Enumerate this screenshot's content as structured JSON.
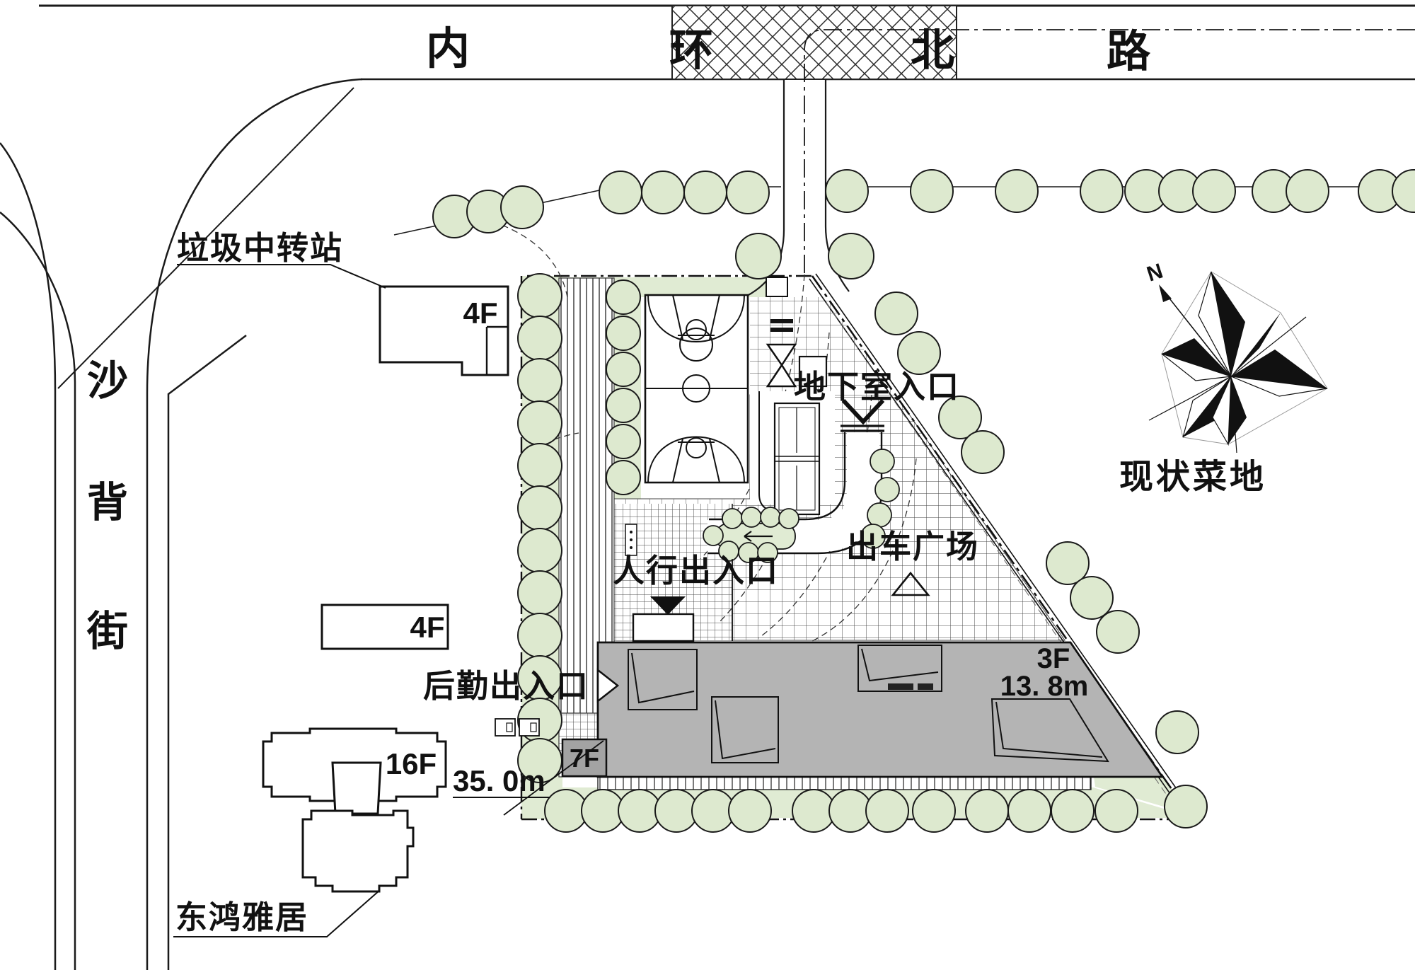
{
  "plan_title": "site-plan",
  "roads": {
    "ring_road": {
      "chars": [
        "内",
        "环",
        "北",
        "路"
      ]
    },
    "left_street": {
      "chars": [
        "沙",
        "背",
        "街"
      ]
    }
  },
  "labels": {
    "garbage_station": "垃圾中转站",
    "basement_entrance": "地下室入口",
    "existing_field": "现状菜地",
    "pedestrian_entrance": "人行出入口",
    "vehicle_exit_plaza": "出车广场",
    "logistics_entrance": "后勤出入口",
    "residence_name": "东鸿雅居",
    "north_mark": "N"
  },
  "buildings": {
    "garbage_station_floors": "4F",
    "mid_building_floors": "4F",
    "residence_floors": "16F",
    "annex_floors": "7F",
    "main_building_floors": "3F",
    "main_building_height": "13. 8m",
    "setback_dimension": "35. 0m"
  },
  "colors": {
    "tree_green": "#dde9cf",
    "strip_green": "#e0ebd3",
    "building_gray": "#b4b4b4",
    "annex_gray": "#a3a3a3",
    "line_black": "#111111"
  }
}
